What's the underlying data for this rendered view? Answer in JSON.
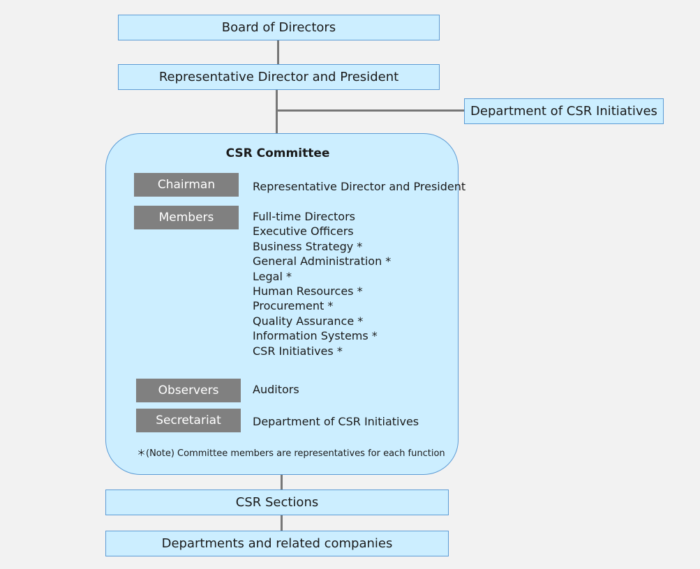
{
  "top": {
    "board": "Board of Directors",
    "president": "Representative Director and President",
    "csr_dept": "Department of CSR Initiatives"
  },
  "committee": {
    "title": "CSR Committee",
    "chairman": {
      "label": "Chairman",
      "value": "Representative Director and President"
    },
    "members": {
      "label": "Members",
      "values": [
        "Full-time Directors",
        "Executive Officers",
        "Business Strategy *",
        "General Administration *",
        "Legal *",
        "Human Resources *",
        "Procurement *",
        "Quality Assurance *",
        "Information Systems *",
        "CSR Initiatives *"
      ]
    },
    "observers": {
      "label": "Observers",
      "value": "Auditors"
    },
    "secretariat": {
      "label": "Secretariat",
      "value": "Department of CSR Initiatives"
    },
    "note": "＊(Note) Committee members are representatives for each function"
  },
  "bottom": {
    "sections": "CSR Sections",
    "departments": "Departments and related companies"
  },
  "colors": {
    "box_fill": "#cceeff",
    "box_border": "#5b9bd5",
    "tag_fill": "#808080",
    "connector": "#777777"
  }
}
